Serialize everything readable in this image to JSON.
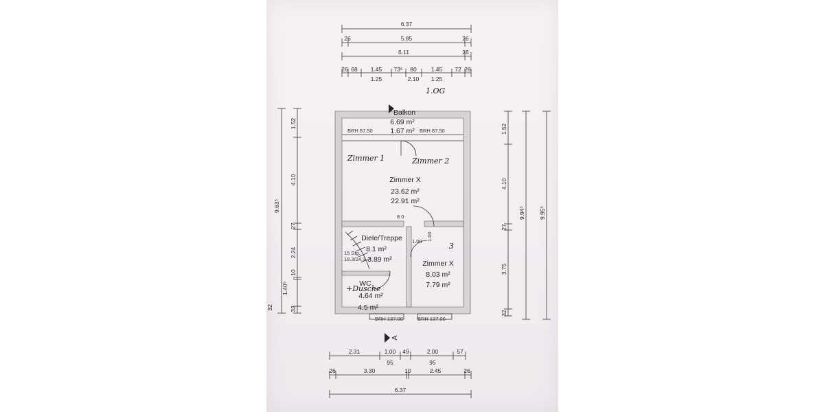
{
  "floor_label": "1.OG",
  "section_marker": "A",
  "top_dims": {
    "row1_total": "6.37",
    "row2_left": "26",
    "row2_mid": "5.85",
    "row2_right": "26",
    "row3_mid": "6.11",
    "row3_right": "26",
    "row4_a": "26",
    "row4_b": "68",
    "row4_c": "1.45",
    "row4_d": "73⁵",
    "row4_e": "80",
    "row4_f": "1.45",
    "row4_g": "72",
    "row4_h": "26",
    "row5_a": "1.25",
    "row5_b": "2.10",
    "row5_c": "1.25"
  },
  "left_dims": {
    "total": "9.63⁵",
    "seg_152": "1.52",
    "seg_410": "4.10",
    "seg_27": "27",
    "seg_224": "2.24",
    "seg_10": "10",
    "seg_140": "1.40⁵",
    "seg_32": "32",
    "seg_32b": "32"
  },
  "right_dims": {
    "seg_152": "1.52",
    "seg_410": "4.10",
    "seg_27": "27",
    "seg_375": "3.75",
    "seg_32": "32",
    "total_a": "9.94⁵",
    "total_b": "9.95⁵"
  },
  "bottom_dims": {
    "r1_a": "2.31",
    "r1_b": "1.00",
    "r1_c": "49",
    "r1_d": "2.00",
    "r1_e": "57",
    "r2_a": "95",
    "r2_b": "95",
    "r3_a": "26",
    "r3_b": "3.30",
    "r3_c": "10",
    "r3_d": "2.45",
    "r3_e": "26",
    "r4_total": "6.37"
  },
  "rooms": {
    "balkon_name": "Balkon",
    "balkon_area1": "6.69 m²",
    "balkon_area2": "1.67 m²",
    "brh_left": "BRH 87.50",
    "brh_right": "BRH 87.50",
    "zimmer1_hand": "Zimmer 1",
    "zimmer2_hand": "Zimmer 2",
    "zimmer_main_name": "Zimmer X",
    "zimmer_main_area1": "23.62 m²",
    "zimmer_main_area2": "22.91 m²",
    "oo": "8 0",
    "diele_name": "Diele/Treppe",
    "diele_area1": "8.1 m²",
    "diele_area2": "3.89 m²",
    "stairs_note1": "15 Stg.",
    "stairs_note2": "18.3/24.3",
    "door_100": "1.00",
    "door_100v": "1.00",
    "hand_3": "3",
    "zimmer_small_name": "Zimmer X",
    "zimmer_small_area1": "8.03 m²",
    "zimmer_small_area2": "7.79 m²",
    "wc_name": "WC",
    "wc_hand": "+Dusche",
    "wc_area1": "4.64 m²",
    "wc_area2": "4.5 m²",
    "brh_bottom_left": "BRH 137.00",
    "brh_bottom_right": "BRH 137.00"
  }
}
